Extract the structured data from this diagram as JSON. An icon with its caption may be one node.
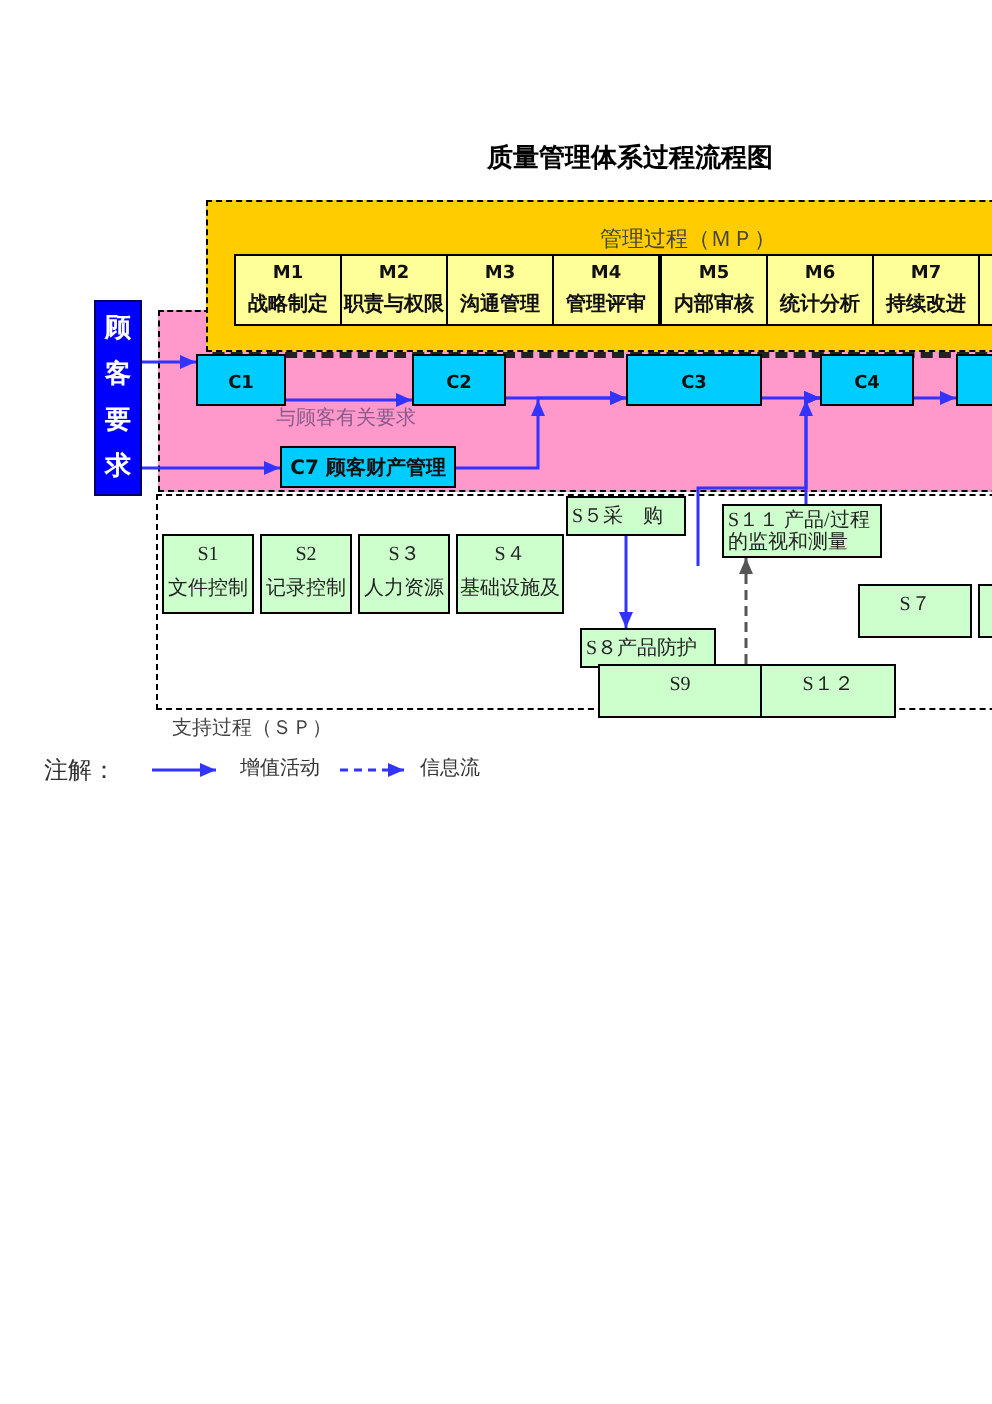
{
  "diagram": {
    "title": "质量管理体系过程流程图",
    "nodes": [
      {
        "text": [
          "管理过程（ＭＰ）"
        ]
      },
      {
        "text": [
          "M1",
          "战略制定"
        ],
        "in": 0
      },
      {
        "text": [
          "M2",
          "职责与权限"
        ],
        "in": 0
      },
      {
        "text": [
          "M3",
          "沟通管理"
        ],
        "in": 0
      },
      {
        "text": [
          "M4",
          "管理评审"
        ],
        "in": 0
      },
      {
        "text": [
          "M5",
          "内部审核"
        ],
        "in": 0
      },
      {
        "text": [
          "M6",
          "统计分析"
        ],
        "in": 0
      },
      {
        "text": [
          "M7",
          "持续改进"
        ],
        "in": 0
      },
      {
        "text": [],
        "shape": "box",
        "in": 0
      },
      {
        "text": [
          "顾客要求"
        ]
      },
      {
        "text": [],
        "shape": "band"
      },
      {
        "text": [
          "C1"
        ],
        "in": 10
      },
      {
        "text": [
          "C2"
        ],
        "in": 10
      },
      {
        "text": [
          "C3"
        ],
        "in": 10
      },
      {
        "text": [
          "C4"
        ],
        "in": 10
      },
      {
        "text": [],
        "shape": "box",
        "in": 10
      },
      {
        "text": [
          "C7 顾客财产管理"
        ],
        "in": 10
      },
      {
        "text": [
          "支持过程（ＳＰ）"
        ]
      },
      {
        "text": [
          "S1",
          "文件控制"
        ],
        "in": 17
      },
      {
        "text": [
          "S2",
          "记录控制"
        ],
        "in": 17
      },
      {
        "text": [
          "S３",
          "人力资源"
        ],
        "in": 17
      },
      {
        "text": [
          "S４",
          "基础设施及"
        ],
        "in": 17
      },
      {
        "text": [
          "S５采　购"
        ],
        "in": 17
      },
      {
        "text": [
          "S１１ 产品/过程的监视和测量"
        ],
        "in": 17
      },
      {
        "text": [
          "S７"
        ],
        "in": 17
      },
      {
        "text": [],
        "shape": "box",
        "in": 17
      },
      {
        "text": [
          "S８产品防护"
        ],
        "in": 17
      },
      {
        "text": [
          "S9"
        ]
      },
      {
        "text": [
          "S１２"
        ]
      }
    ],
    "edges": [
      {
        "from": 9,
        "to": 11,
        "arrow": "to"
      },
      {
        "from": 9,
        "to": 16,
        "arrow": "to"
      },
      {
        "from": 11,
        "to": 12,
        "arrow": "to",
        "label": "与顾客有关要求"
      },
      {
        "from": 12,
        "to": 13,
        "arrow": "to"
      },
      {
        "from": 16,
        "to": 13,
        "arrow": "to"
      },
      {
        "from": 13,
        "to": 14,
        "arrow": "to"
      },
      {
        "from": 14,
        "to": 15,
        "arrow": "to"
      },
      {
        "from": 23,
        "to": 14,
        "arrow": "to"
      },
      {
        "from": null,
        "to": 14,
        "arrow": "to"
      },
      {
        "from": 22,
        "to": 26,
        "arrow": "to"
      },
      {
        "from": 27,
        "to": 23,
        "arrow": "to",
        "style": "dashed",
        "color": "#555555"
      }
    ],
    "labels": [
      "注解："
    ],
    "legend": [
      {
        "text": "增值活动"
      },
      {
        "text": "信息流"
      }
    ]
  }
}
